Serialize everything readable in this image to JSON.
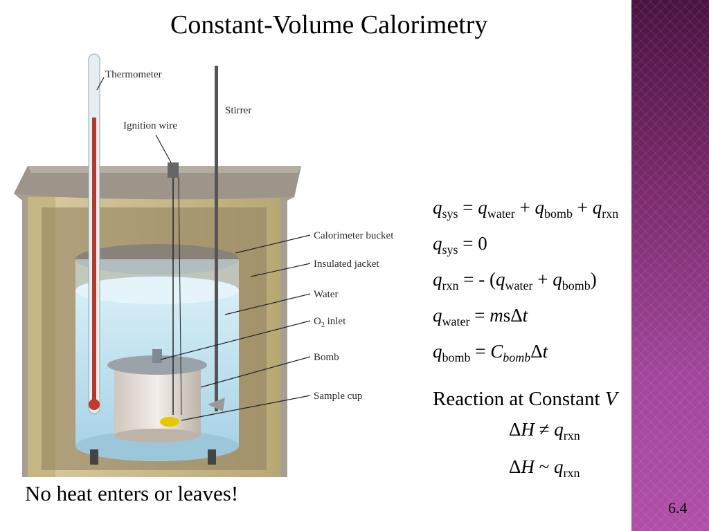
{
  "title": "Constant-Volume Calorimetry",
  "diagram_labels": {
    "thermometer": "Thermometer",
    "ignition_wire": "Ignition wire",
    "stirrer": "Stirrer",
    "calorimeter_bucket": "Calorimeter bucket",
    "insulated_jacket": "Insulated jacket",
    "water": "Water",
    "o2_inlet_main": "O",
    "o2_inlet_sub": "2",
    "o2_inlet_rest": " inlet",
    "bomb": "Bomb",
    "sample_cup": "Sample cup"
  },
  "equations": {
    "eq1": {
      "q": "q",
      "sys": "sys",
      "eq": " = ",
      "q2": "q",
      "water": "water",
      "plus1": " + ",
      "q3": "q",
      "bomb": "bomb",
      "plus2": " + ",
      "q4": "q",
      "rxn": "rxn"
    },
    "eq2": {
      "q": "q",
      "sys": "sys",
      "rest": " = 0"
    },
    "eq3": {
      "q": "q",
      "rxn": "rxn",
      "mid": " = - (",
      "q2": "q",
      "water": "water",
      "plus": " + ",
      "q3": "q",
      "bomb": "bomb",
      "close": ")"
    },
    "eq4": {
      "q": "q",
      "water": "water",
      "eq": " = ",
      "m": "m",
      "s": "s",
      "delta": "Δ",
      "t": "t"
    },
    "eq5": {
      "q": "q",
      "bomb": "bomb",
      "eq": " = ",
      "C": "C",
      "bomb_sub": "bomb",
      "delta": "Δ",
      "t": "t"
    }
  },
  "reaction": {
    "text": "Reaction at Constant ",
    "V": "V"
  },
  "relation1": {
    "delta": "Δ",
    "H": "H",
    "op": " ≠ ",
    "q": "q",
    "rxn": "rxn"
  },
  "relation2": {
    "delta": "Δ",
    "H": "H",
    "op": " ~ ",
    "q": "q",
    "rxn": "rxn"
  },
  "footer": "No heat enters or leaves!",
  "slide_number": "6.4",
  "colors": {
    "band": "#7a2a6b",
    "jacket": "#c9b98a",
    "water": "#bfe0ee",
    "mercury": "#c0392b"
  }
}
